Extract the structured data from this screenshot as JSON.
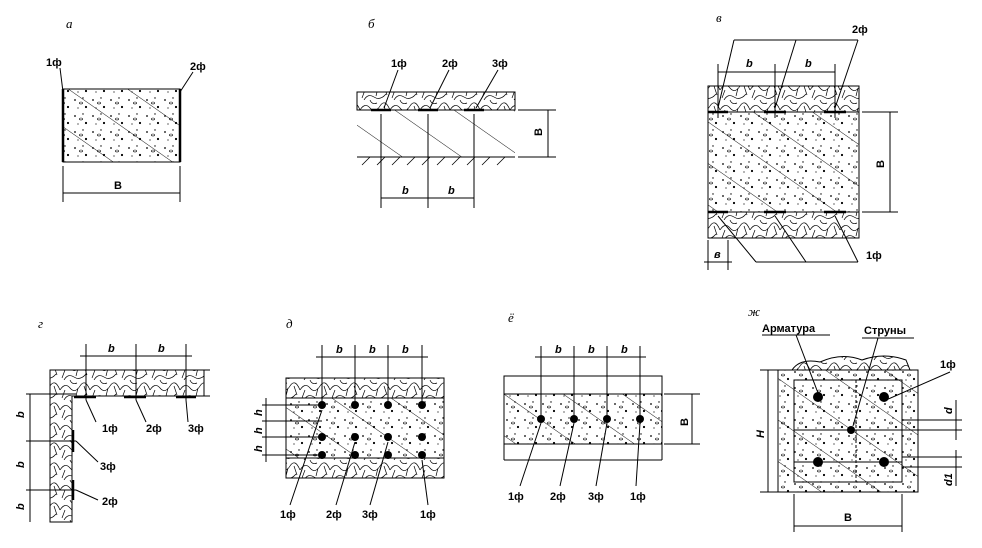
{
  "panels": {
    "a": {
      "letter": "а",
      "sensors": [
        "1ф",
        "2ф"
      ],
      "width_label": "B"
    },
    "b": {
      "letter": "б",
      "sensors": [
        "1ф",
        "2ф",
        "3ф"
      ],
      "spacing_label": "b",
      "height_label": "B"
    },
    "v": {
      "letter": "в",
      "sensors": [
        "2ф",
        "1ф"
      ],
      "spacing_label": "b",
      "height_label": "B",
      "edge_label": "в"
    },
    "g": {
      "letter": "г",
      "sensors": [
        "1ф",
        "2ф",
        "3ф",
        "3ф",
        "2ф"
      ],
      "spacing_label": "b"
    },
    "d": {
      "letter": "д",
      "sensors": [
        "1ф",
        "2ф",
        "3ф",
        "1ф"
      ],
      "spacing_label": "b",
      "row_label": "h"
    },
    "e": {
      "letter": "ё",
      "sensors": [
        "1ф",
        "2ф",
        "3ф",
        "1ф"
      ],
      "spacing_label": "b",
      "height_label": "B"
    },
    "zh": {
      "letter": "ж",
      "reinforcement_label": "Арматура",
      "strings_label": "Струны",
      "sensor": "1ф",
      "height_label": "H",
      "width_label": "B",
      "d_label": "d",
      "d1_label": "d1"
    }
  }
}
